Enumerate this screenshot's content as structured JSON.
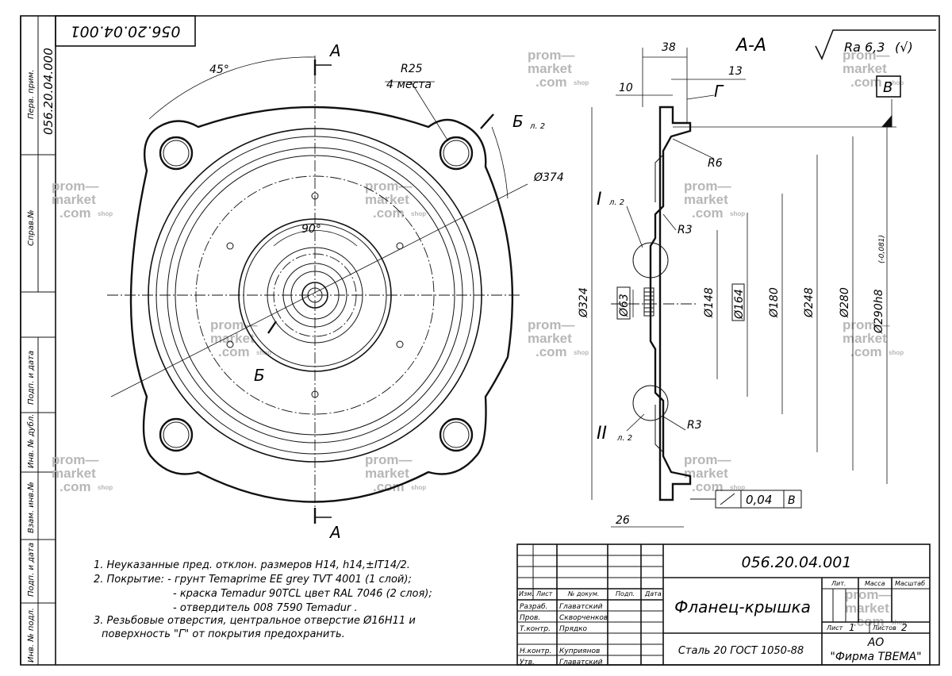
{
  "stamp_top": "056.20.04.001",
  "side_labels": {
    "perv_prim": "Перв. прим.",
    "perv_code": "056.20.04.000",
    "sprav": "Справ.№",
    "podp_data1": "Подп. и дата",
    "inv_dubl": "Инв. № дубл.",
    "vzam_inv": "Взам. инв.№",
    "podp_data2": "Подп. и дата",
    "inv_podl": "Инв. № подл."
  },
  "front_view": {
    "cut_letter_top": "А",
    "cut_letter_bottom": "А",
    "angle_45": "45°",
    "angle_90": "90°",
    "r25": "R25",
    "r25_note": "4 места",
    "section_b": "Б",
    "section_b_sheet": "л. 2",
    "section_b_bottom": "Б",
    "dia_374": "Ø374"
  },
  "section_view": {
    "title": "А-А",
    "dim_38": "38",
    "dim_13": "13",
    "dim_10": "10",
    "dim_26": "26",
    "surface_g": "Г",
    "r6": "R6",
    "r3_top": "R3",
    "r3_bottom": "R3",
    "detail_1": "I",
    "detail_1_sheet": "л. 2",
    "detail_2": "II",
    "detail_2_sheet": "л. 2",
    "d324": "Ø324",
    "d63": "Ø63",
    "d148": "Ø148",
    "d164": "Ø164",
    "d180": "Ø180",
    "d248": "Ø248",
    "d280": "Ø280",
    "d290": "Ø290h8",
    "d290_tol": "(-0,081)",
    "roughness": "Ra 6,3",
    "roughness_suffix": "(√)",
    "datum": "В",
    "tolerance_value": "0,04",
    "tolerance_datum": "В"
  },
  "notes": [
    "1. Неуказанные пред. отклон. размеров H14, h14,±IT14/2.",
    "2. Покрытие: - грунт Temaprime EE grey TVT 4001 (1 слой);",
    "- краска Temadur 90TCL цвет RAL 7046 (2 слоя);",
    "- отвердитель 008 7590 Temadur .",
    "3. Резьбовые отверстия, центральное отверстие Ø16H11 и",
    "поверхность \"Г\" от покрытия предохранить."
  ],
  "title_block": {
    "code": "056.20.04.001",
    "name": "Фланец-крышка",
    "material": "Сталь 20 ГОСТ 1050-88",
    "org_line1": "АО",
    "org_line2": "\"Фирма ТВЕМА\"",
    "col_izm": "Изм.",
    "col_list": "Лист",
    "col_docnum": "№ докум.",
    "col_podp": "Подп.",
    "col_data": "Дата",
    "lit": "Лит.",
    "massa": "Масса",
    "masshtab": "Масштаб",
    "sheet_label": "Лист",
    "sheet_value": "1",
    "sheets_label": "Листов",
    "sheets_value": "2",
    "roles": [
      {
        "role": "Разраб.",
        "name": "Главатский"
      },
      {
        "role": "Пров.",
        "name": "Скворченков"
      },
      {
        "role": "Т.контр.",
        "name": "Прядко"
      },
      {
        "role": "",
        "name": ""
      },
      {
        "role": "Н.контр.",
        "name": "Куприянов"
      },
      {
        "role": "Утв.",
        "name": "Главатский"
      }
    ]
  },
  "watermark": {
    "line1": "prom—",
    "line2": "market",
    "line3": ".com",
    "suffix": "shop"
  }
}
